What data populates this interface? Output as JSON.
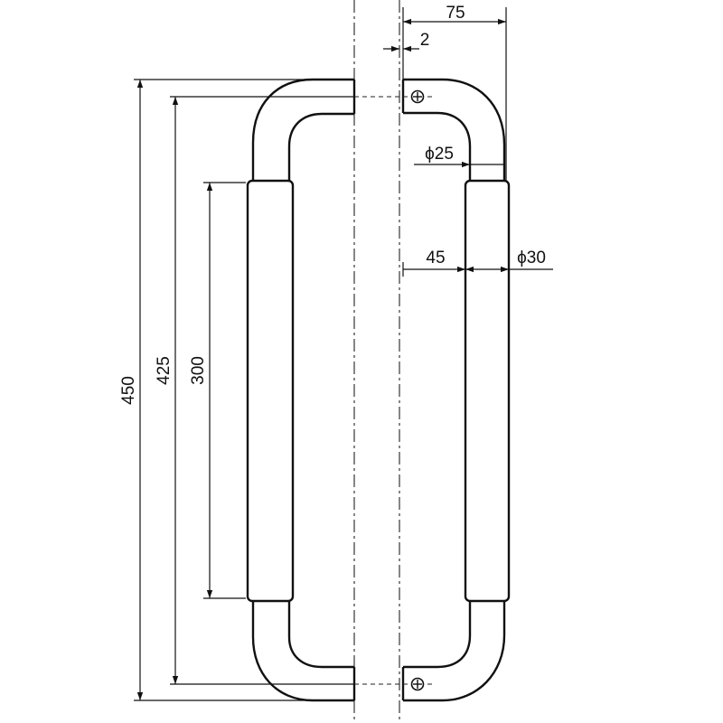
{
  "dimensions": {
    "overall_height": "450",
    "mount_pitch": "425",
    "grip_length": "300",
    "projection": "75",
    "standoff": "2",
    "bar_diameter": "ϕ25",
    "grip_clearance": "45",
    "grip_diameter": "ϕ30"
  }
}
